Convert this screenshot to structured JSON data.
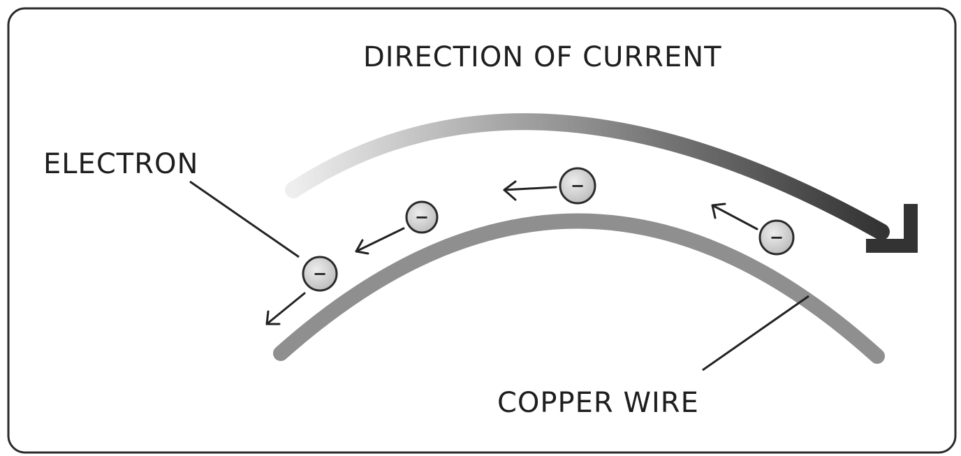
{
  "diagram": {
    "title": "DIRECTION OF CURRENT",
    "electron_label": "ELECTRON",
    "wire_label": "COPPER WIRE",
    "electron_symbol": "−",
    "colors": {
      "frame": "#2a2a2a",
      "wire": "#8f8f8f",
      "current_arrow": "#3a3a3a",
      "electron_fill": "#d2d2d2",
      "electron_stroke": "#2a2a2a",
      "text": "#1e1e1e"
    },
    "electrons": [
      {
        "id": 1
      },
      {
        "id": 2
      },
      {
        "id": 3
      },
      {
        "id": 4
      }
    ]
  }
}
